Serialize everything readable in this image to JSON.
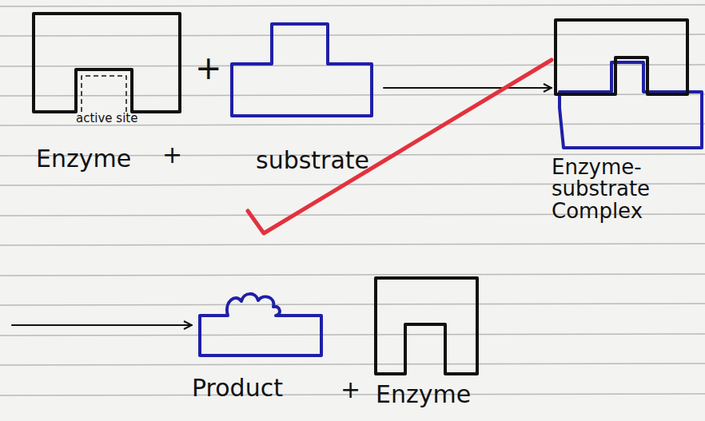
{
  "diagram": {
    "nodes": [
      {
        "text": [
          "Enzyme"
        ]
      },
      {
        "text": [
          "substrate"
        ]
      },
      {
        "text": [
          "Enzyme-substrate Complex"
        ]
      },
      {
        "text": [
          "Product"
        ]
      },
      {
        "text": [
          "Enzyme"
        ]
      }
    ],
    "edges": [
      {
        "from": 1,
        "to": 2,
        "arrow": "to"
      },
      {
        "from": 2,
        "to": 3,
        "arrow": "to"
      }
    ],
    "labels": [
      "+",
      "active site",
      "+",
      "+"
    ]
  }
}
